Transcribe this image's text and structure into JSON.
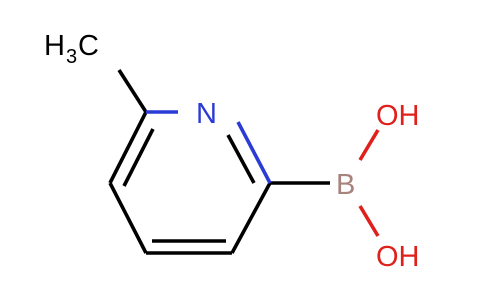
{
  "molecule": {
    "atoms": {
      "methyl_h": "H",
      "methyl_sub": "3",
      "methyl_c": "C",
      "nitrogen": "N",
      "boron": "B",
      "hydroxyl_top": "OH",
      "hydroxyl_bottom": "OH"
    },
    "colors": {
      "bond": "#000000",
      "nitrogen": "#2a3bd6",
      "boron": "#a8837c",
      "oxygen": "#e0201b",
      "carbon_label": "#000000"
    }
  }
}
